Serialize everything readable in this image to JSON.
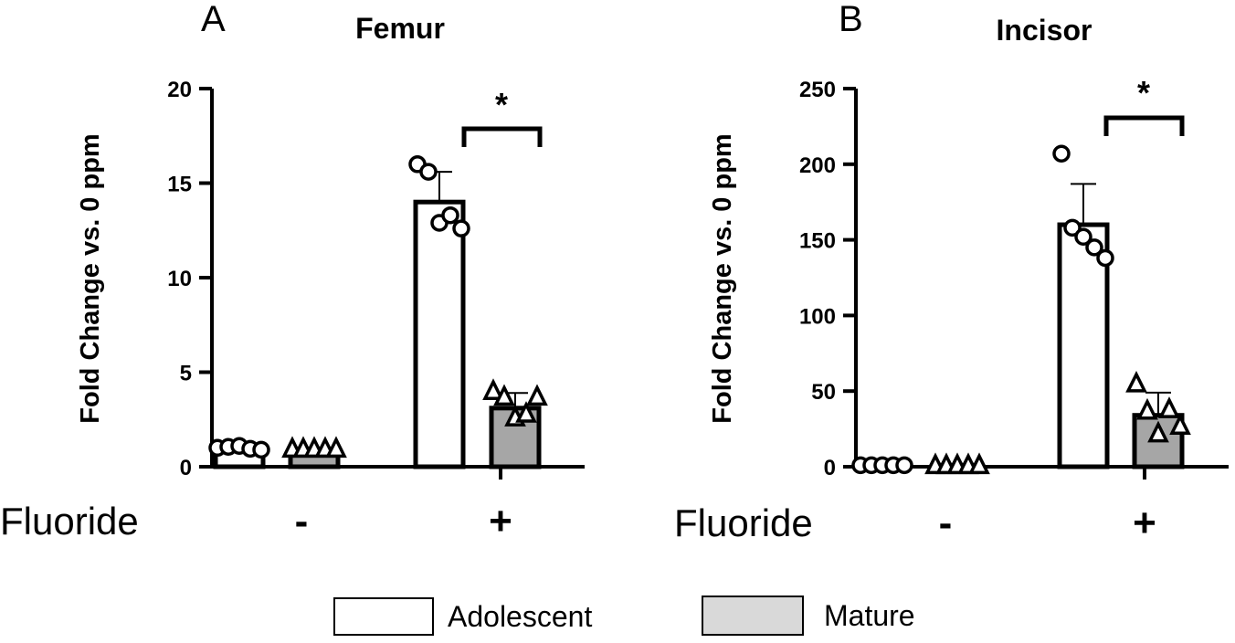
{
  "chart_data": [
    {
      "type": "bar",
      "panel": "A",
      "title": "Femur",
      "ylabel": "Fold Change vs. 0 ppm",
      "xlabel": "Fluoride",
      "categories": [
        "-",
        "+"
      ],
      "ylim": [
        0,
        20
      ],
      "yticks": [
        "0",
        "5",
        "10",
        "15",
        "20"
      ],
      "grid": false,
      "series": [
        {
          "name": "Adolescent",
          "color": "#ffffff",
          "marker": "circle",
          "values": [
            1.0,
            14.0
          ],
          "errors": [
            0.15,
            1.6
          ],
          "points": [
            [
              1.0,
              1.05,
              1.1,
              0.95,
              0.9
            ],
            [
              16.0,
              15.6,
              12.9,
              13.3,
              12.6
            ]
          ]
        },
        {
          "name": "Mature",
          "color": "#a6a6a6",
          "marker": "triangle",
          "values": [
            0.9,
            3.1
          ],
          "errors": [
            0.1,
            0.8
          ],
          "points": [
            [
              0.95,
              0.95,
              0.95,
              0.95,
              0.95
            ],
            [
              4.0,
              3.7,
              2.6,
              2.8,
              3.7
            ]
          ]
        }
      ],
      "significance": {
        "label": "*",
        "category": "+"
      }
    },
    {
      "type": "bar",
      "panel": "B",
      "title": "Incisor",
      "ylabel": "Fold Change vs. 0 ppm",
      "xlabel": "Fluoride",
      "categories": [
        "-",
        "+"
      ],
      "ylim": [
        0,
        250
      ],
      "yticks": [
        "0",
        "50",
        "100",
        "150",
        "200",
        "250"
      ],
      "grid": false,
      "series": [
        {
          "name": "Adolescent",
          "color": "#ffffff",
          "marker": "circle",
          "values": [
            1.0,
            160.0
          ],
          "errors": [
            0.5,
            27.0
          ],
          "points": [
            [
              1.0,
              1.0,
              1.0,
              1.0,
              1.0
            ],
            [
              207.0,
              158.0,
              152.0,
              145.0,
              138.0
            ]
          ]
        },
        {
          "name": "Mature",
          "color": "#a6a6a6",
          "marker": "triangle",
          "values": [
            1.0,
            34.0
          ],
          "errors": [
            0.5,
            15.0
          ],
          "points": [
            [
              1.0,
              1.0,
              1.0,
              1.0,
              1.0
            ],
            [
              55.0,
              37.0,
              22.0,
              38.0,
              27.0
            ]
          ]
        }
      ],
      "significance": {
        "label": "*",
        "category": "+"
      }
    }
  ],
  "legend": {
    "position": "bottom-center",
    "items": [
      {
        "label": "Adolescent",
        "color": "#ffffff"
      },
      {
        "label": "Mature",
        "color": "#d9d9d9"
      }
    ]
  }
}
